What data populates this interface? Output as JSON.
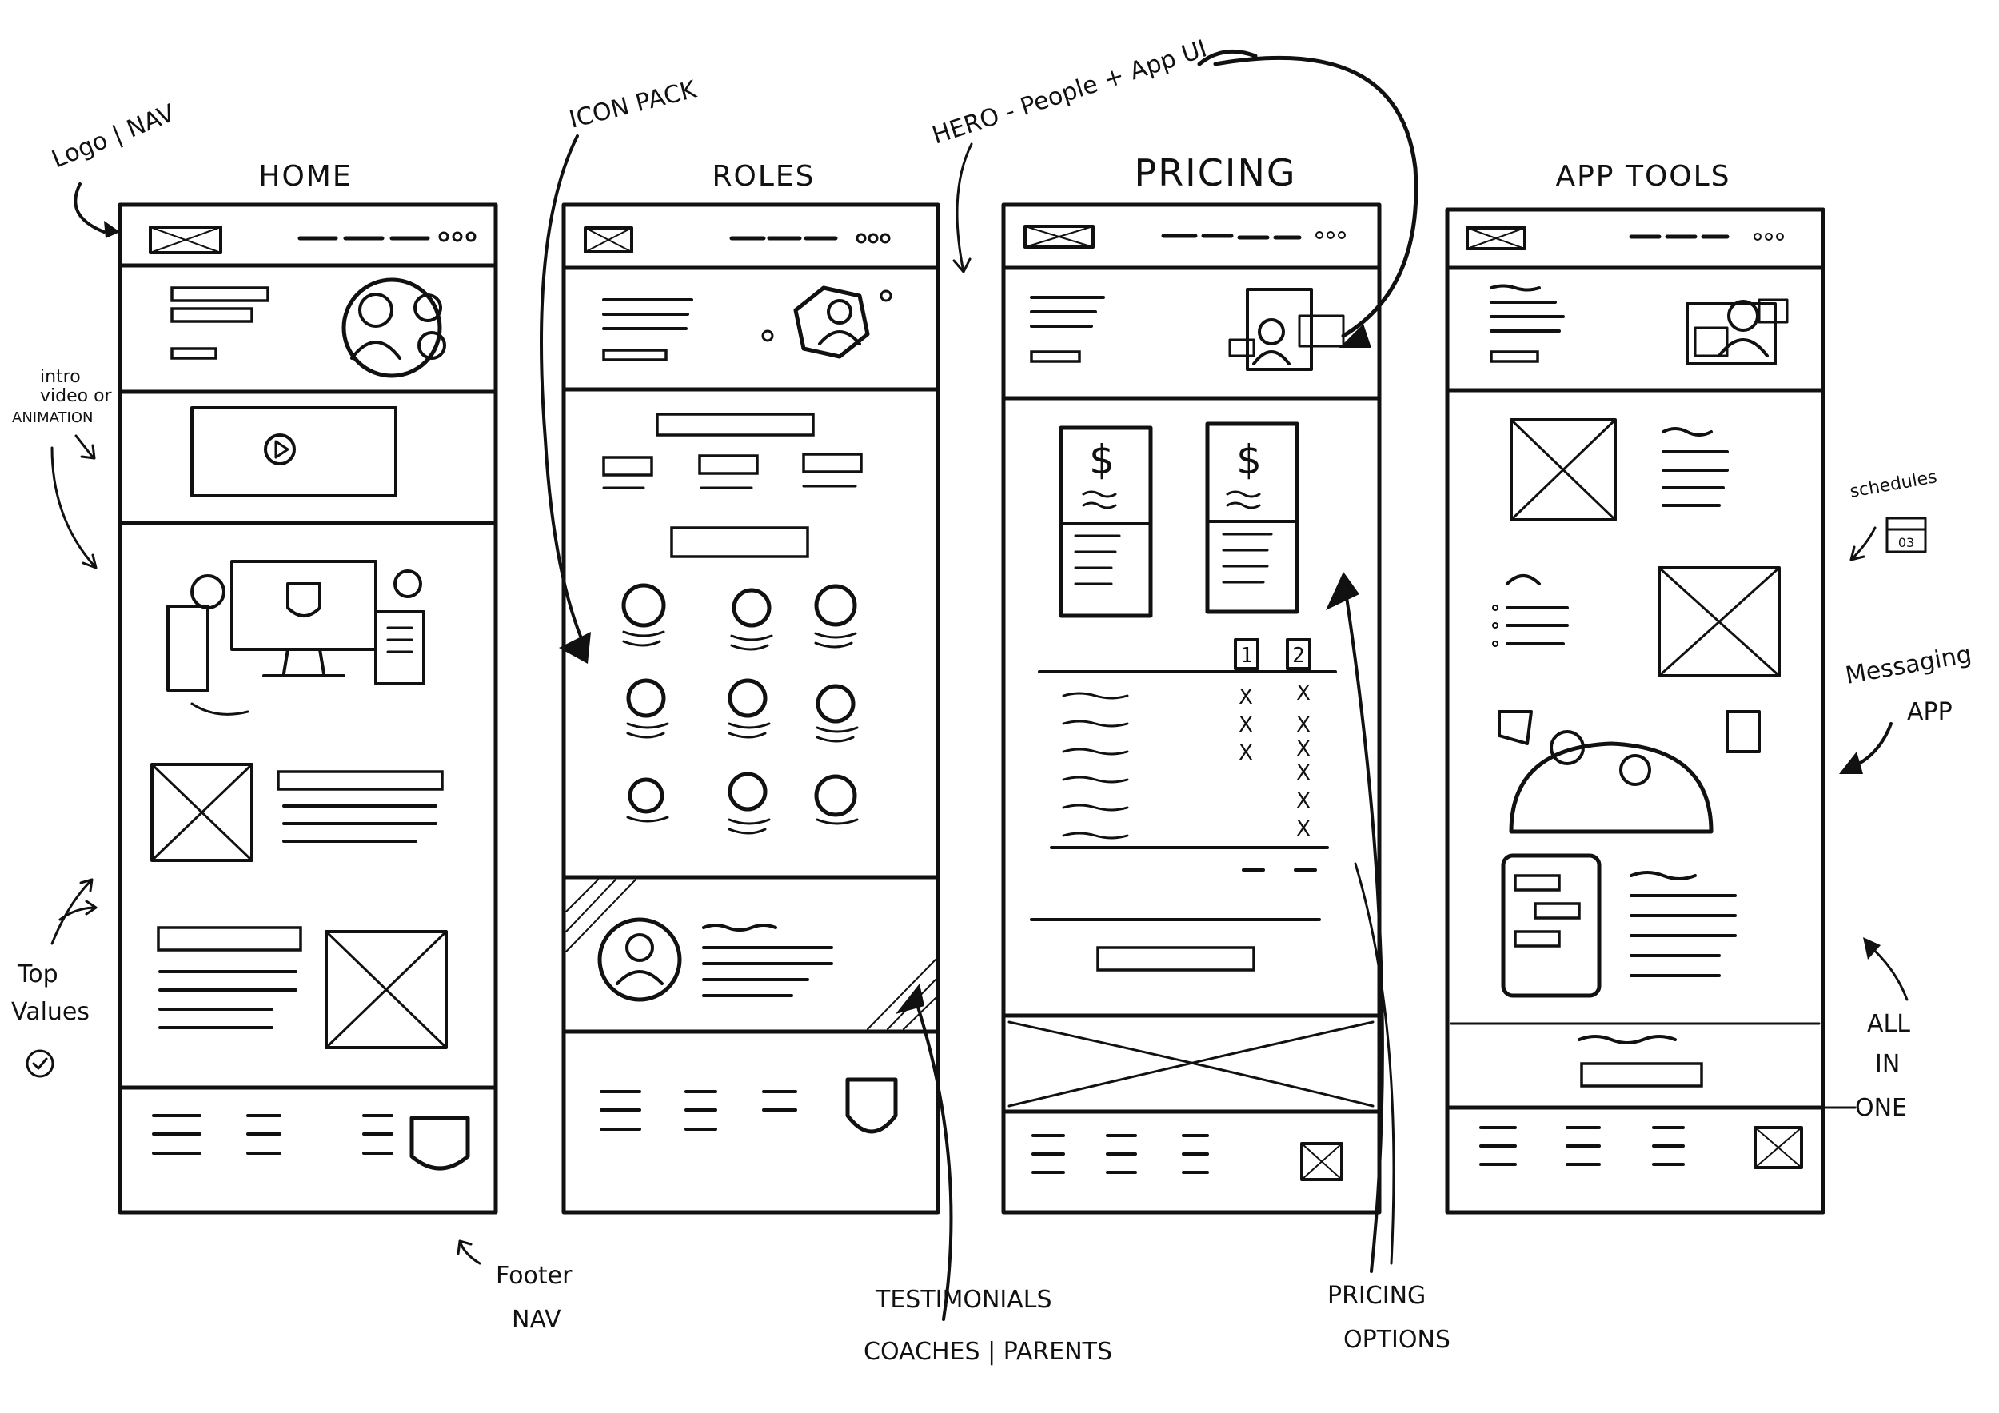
{
  "pages": [
    {
      "id": "home",
      "title": "HOME"
    },
    {
      "id": "roles",
      "title": "ROLES"
    },
    {
      "id": "pricing",
      "title": "PRICING"
    },
    {
      "id": "app-tools",
      "title": "APP TOOLS"
    }
  ],
  "annotations": {
    "logo_nav": "Logo | NAV",
    "icon_pack": "ICON PACK",
    "hero": "HERO - People + App UI",
    "intro_video": [
      "intro",
      "video or",
      "ANIMATION"
    ],
    "top_values": [
      "Top",
      "Values"
    ],
    "footer_nav": [
      "Footer",
      "NAV"
    ],
    "testimonials": [
      "TESTIMONIALS",
      "COACHES | PARENTS"
    ],
    "pricing_options": [
      "PRICING",
      "OPTIONS"
    ],
    "schedules": "schedules",
    "messaging_app": [
      "Messaging",
      "APP"
    ],
    "all_in_one": [
      "ALL",
      "IN",
      "ONE"
    ]
  },
  "pricing_content": {
    "currency_symbol": "$",
    "plan_numbers": [
      "1",
      "2"
    ],
    "cross_mark": "X"
  },
  "calendar_day": "03"
}
